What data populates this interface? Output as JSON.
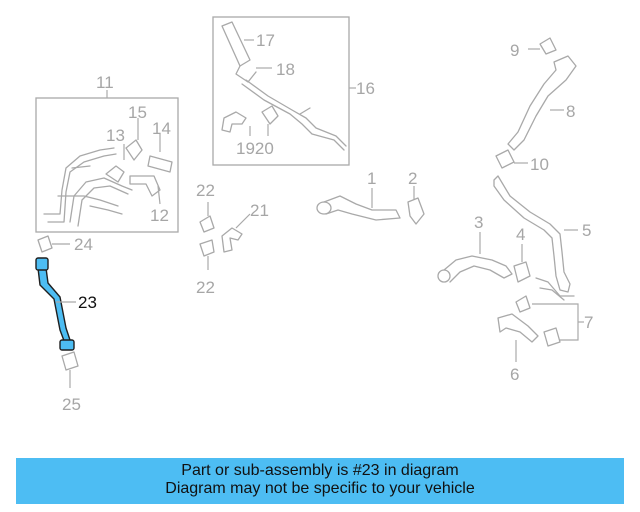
{
  "diagram": {
    "callouts": {
      "c1": "1",
      "c2": "2",
      "c3": "3",
      "c4": "4",
      "c5": "5",
      "c6": "6",
      "c7": "7",
      "c8": "8",
      "c9": "9",
      "c10": "10",
      "c11": "11",
      "c12": "12",
      "c13": "13",
      "c14": "14",
      "c15": "15",
      "c16": "16",
      "c17": "17",
      "c18": "18",
      "c1920": "1920",
      "c21": "21",
      "c22a": "22",
      "c22b": "22",
      "c23": "23",
      "c24": "24",
      "c25": "25"
    },
    "highlight_color": "#4dbdf3"
  },
  "banner": {
    "line1": "Part or sub-assembly is #23 in diagram",
    "line2": "Diagram may not be specific to your vehicle",
    "color": "#4dbdf3"
  }
}
